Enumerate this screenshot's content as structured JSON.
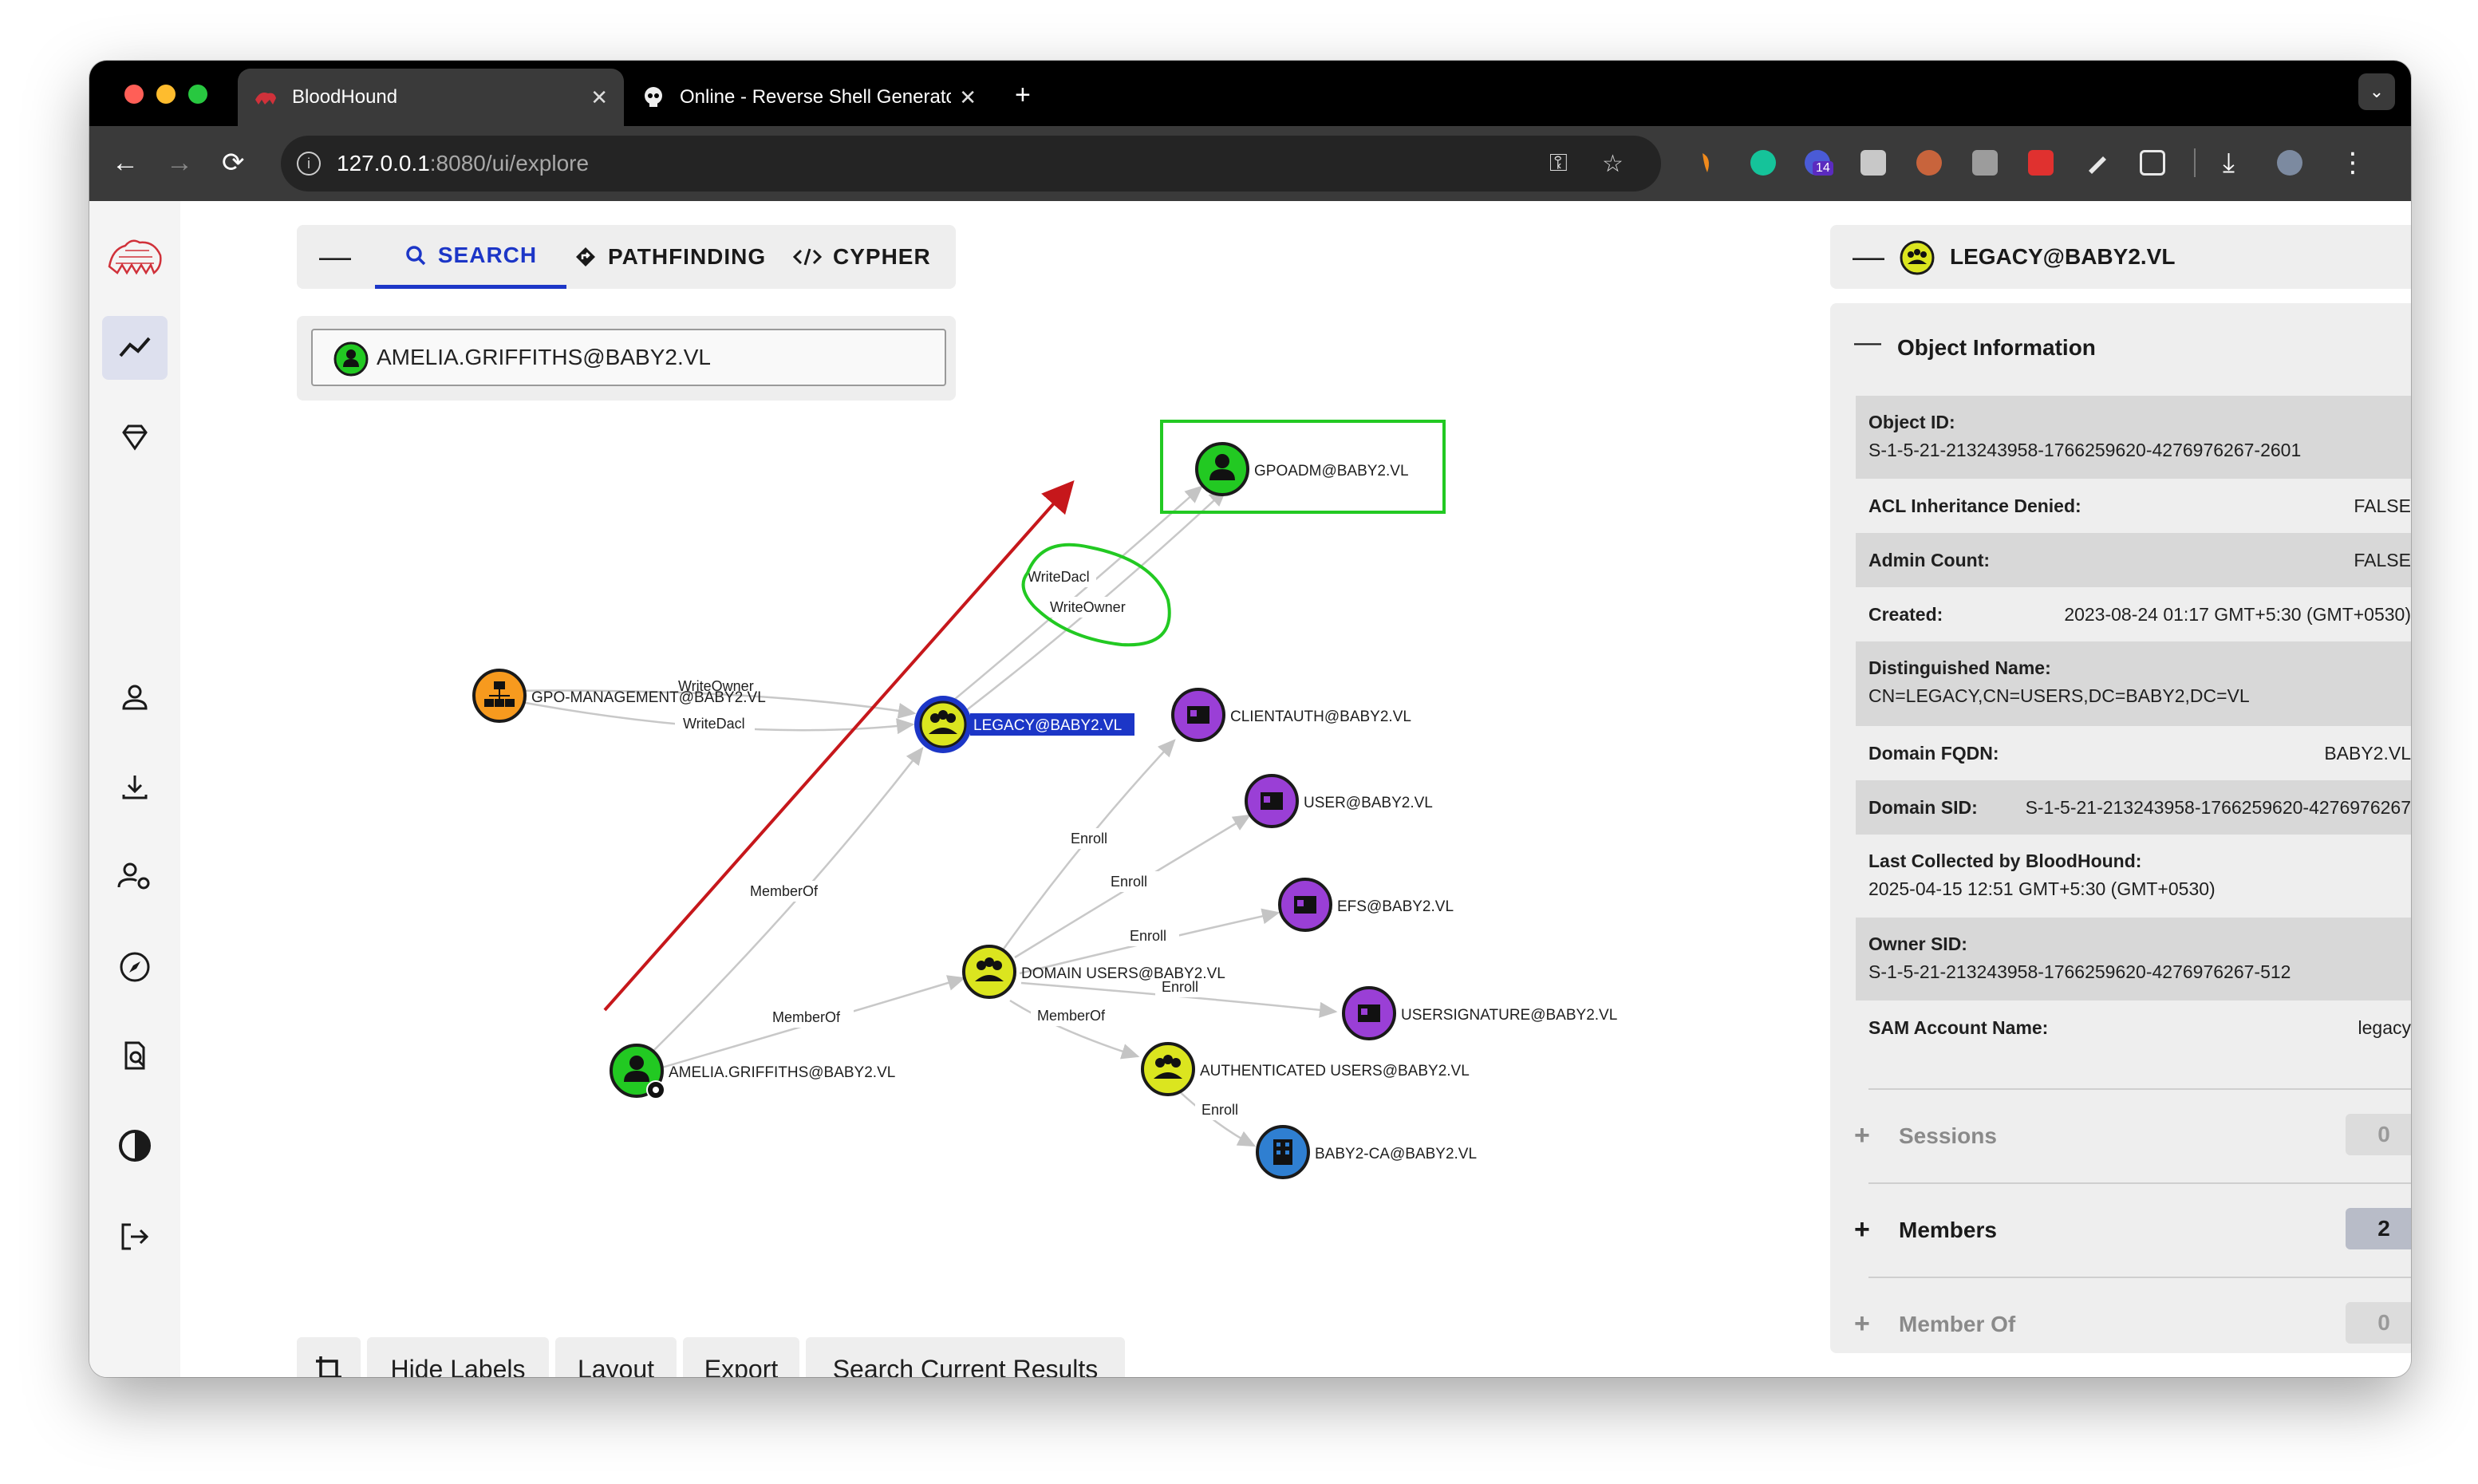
{
  "browser": {
    "tabs": [
      {
        "title": "BloodHound",
        "active": true
      },
      {
        "title": "Online - Reverse Shell Generator",
        "active": false
      }
    ],
    "url_host": "127.0.0.1",
    "url_path": ":8080/ui/explore",
    "extension_badge": "14"
  },
  "search_panel": {
    "tabs": [
      "SEARCH",
      "PATHFINDING",
      "CYPHER"
    ],
    "active_tab": "SEARCH",
    "query_value": "AMELIA.GRIFFITHS@BABY2.VL"
  },
  "graph": {
    "nodes": {
      "gpoadm": "GPOADM@BABY2.VL",
      "gpo_mgmt": "GPO-MANAGEMENT@BABY2.VL",
      "legacy": "LEGACY@BABY2.VL",
      "clientauth": "CLIENTAUTH@BABY2.VL",
      "user": "USER@BABY2.VL",
      "efs": "EFS@BABY2.VL",
      "domain_users": "DOMAIN USERS@BABY2.VL",
      "usersignature": "USERSIGNATURE@BABY2.VL",
      "authenticated_users": "AUTHENTICATED USERS@BABY2.VL",
      "amelia": "AMELIA.GRIFFITHS@BABY2.VL",
      "baby2_ca": "BABY2-CA@BABY2.VL"
    },
    "edges": {
      "write_dacl_top": "WriteDacl",
      "write_owner_top": "WriteOwner",
      "write_owner_gpo": "WriteOwner",
      "write_dacl_gpo": "WriteDacl",
      "member_of_legacy": "MemberOf",
      "member_of_du": "MemberOf",
      "member_of_au": "MemberOf",
      "enroll_clientauth": "Enroll",
      "enroll_user": "Enroll",
      "enroll_efs": "Enroll",
      "enroll_usersig": "Enroll",
      "enroll_ca": "Enroll"
    }
  },
  "bottom_buttons": [
    "Hide Labels",
    "Layout",
    "Export",
    "Search Current Results"
  ],
  "details": {
    "title": "LEGACY@BABY2.VL",
    "section_title": "Object Information",
    "fields": [
      {
        "key": "Object ID:",
        "value": "S-1-5-21-213243958-1766259620-4276976267-2601"
      },
      {
        "key": "ACL Inheritance Denied:",
        "value": "FALSE"
      },
      {
        "key": "Admin Count:",
        "value": "FALSE"
      },
      {
        "key": "Created:",
        "value": "2023-08-24 01:17 GMT+5:30 (GMT+0530)"
      },
      {
        "key": "Distinguished Name:",
        "value": "CN=LEGACY,CN=USERS,DC=BABY2,DC=VL"
      },
      {
        "key": "Domain FQDN:",
        "value": "BABY2.VL"
      },
      {
        "key": "Domain SID:",
        "value": "S-1-5-21-213243958-1766259620-4276976267"
      },
      {
        "key": "Last Collected by BloodHound:",
        "value": "2025-04-15 12:51 GMT+5:30 (GMT+0530)"
      },
      {
        "key": "Owner SID:",
        "value": "S-1-5-21-213243958-1766259620-4276976267-512"
      },
      {
        "key": "SAM Account Name:",
        "value": "legacy"
      }
    ],
    "sections": [
      {
        "label": "Sessions",
        "count": "0"
      },
      {
        "label": "Members",
        "count": "2"
      },
      {
        "label": "Member Of",
        "count": "0"
      }
    ]
  },
  "colors": {
    "accent": "#1c36c7",
    "user_node": "#22c922",
    "group_node": "#dbe51f",
    "ou_node": "#f79a1e",
    "template_node": "#9a3fd6",
    "ca_node": "#2f7fd1",
    "highlight_box": "#22c922",
    "arrow": "#c6171b"
  }
}
